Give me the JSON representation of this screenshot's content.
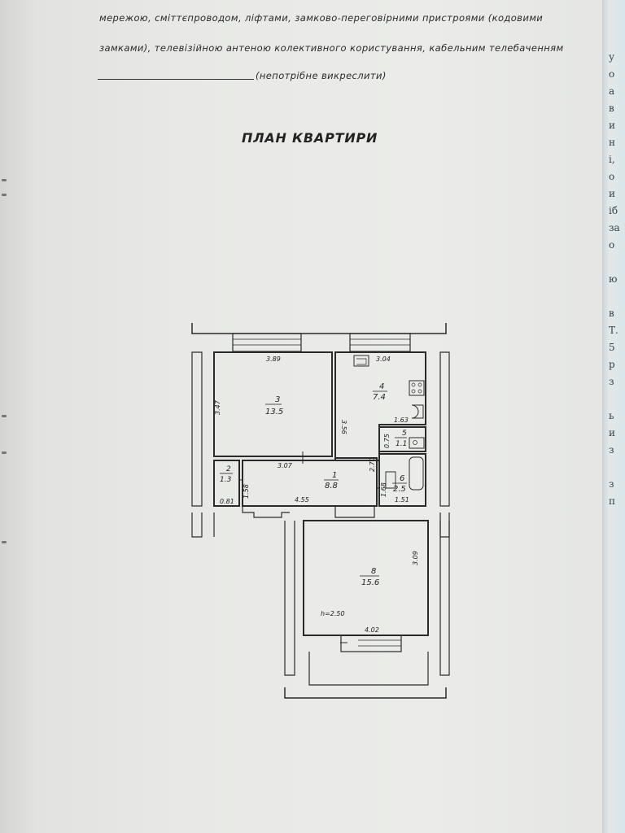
{
  "document": {
    "header_line1": "мережою, сміттєпроводом, ліфтами, замково-переговірними пристроями (кодовими",
    "header_line2": "замками), телевізійною антеною колективного користування, кабельним телебаченням",
    "header_line3_note": "(непотрібне викреслити)",
    "title": "ПЛАН КВАРТИРИ"
  },
  "side_sheet": {
    "chars": [
      "у",
      "о",
      "а",
      "в",
      "и",
      "н",
      "і,",
      "о",
      "и",
      "іб",
      "за",
      "о",
      "",
      "ю",
      "",
      "в",
      "Т.",
      "5",
      "р",
      "з",
      "",
      "ь",
      "и",
      "з",
      "",
      "з",
      "п"
    ]
  },
  "floor_plan": {
    "rooms": [
      {
        "number": "3",
        "area": "13.5"
      },
      {
        "number": "4",
        "area": "7.4"
      },
      {
        "number": "5",
        "area": "1.1"
      },
      {
        "number": "6",
        "area": "2.5"
      },
      {
        "number": "2",
        "area": "1.3"
      },
      {
        "number": "1",
        "area": "8.8"
      },
      {
        "number": "8",
        "area": "15.6"
      }
    ],
    "dimensions": {
      "room3_width": "3.89",
      "room3_depth": "3.47",
      "room3_right": "3.56",
      "kitchen_width": "3.04",
      "bath_width": "1.63",
      "wc_depth": "0.75",
      "hall_depth": "2.70",
      "hall_top": "3.07",
      "storage_width": "0.81",
      "storage_depth": "1.58",
      "hall_width": "4.55",
      "bath_depth": "1.68",
      "bath_bottom": "1.51",
      "room8_depth": "3.09",
      "room8_width": "4.02",
      "ceiling_height": "h=2.50"
    }
  }
}
